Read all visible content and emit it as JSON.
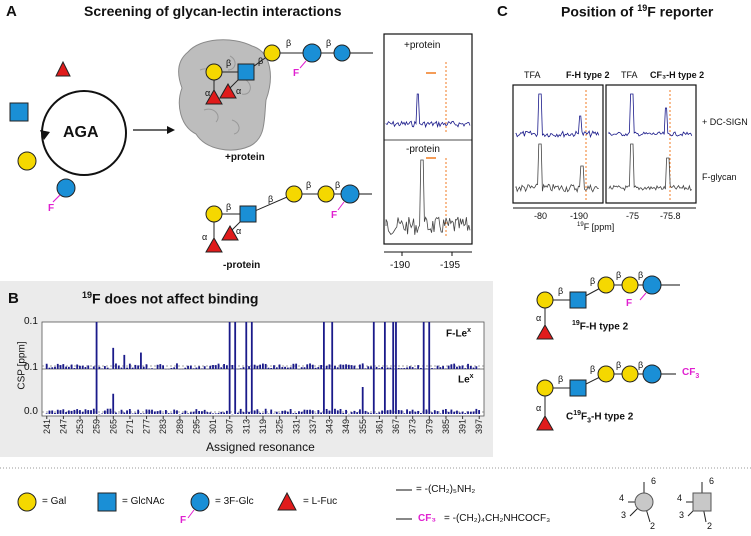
{
  "panels": {
    "A": {
      "letter": "A",
      "title": "Screening of glycan-lectin interactions"
    },
    "B": {
      "letter": "B",
      "title_sup": "19",
      "title_rest": "F does not affect binding"
    },
    "C": {
      "letter": "C",
      "title_pre": "Position of ",
      "title_sup": "19",
      "title_post": "F reporter"
    }
  },
  "cycle": {
    "label": "AGA"
  },
  "fluoro": {
    "F": "F"
  },
  "linkage": {
    "alpha": "α",
    "beta": "β"
  },
  "states": {
    "plus": "+protein",
    "minus": "-protein"
  },
  "nmrA": {
    "plus": "+protein",
    "minus": "-protein",
    "ticks": [
      "-190",
      "-195"
    ]
  },
  "nmrC": {
    "left_headers": [
      "TFA",
      "F-H type 2"
    ],
    "right_headers": [
      "TFA",
      "CF₃-H type 2"
    ],
    "row_labels": [
      "+ DC-SIGN",
      "F-glycan"
    ],
    "ticks_left": [
      "-80",
      "-190"
    ],
    "ticks_right": [
      "-75",
      "-75.8"
    ],
    "axis_sup": "19",
    "axis_rest": "F [ppm]"
  },
  "structures": {
    "fh_sup": "19",
    "fh_rest": "F-H type 2",
    "cf3_pre": "C",
    "cf3_sup": "19",
    "cf3_mid": "F",
    "cf3_sub": "3",
    "cf3_post": "-H type 2",
    "cf3_tag": "CF",
    "cf3_tag_sub": "3"
  },
  "chart_data": [
    {
      "type": "bar",
      "title": "",
      "ylabel": "CSP [ppm]",
      "xlabel": "Assigned resonance",
      "ylim": [
        0,
        0.1
      ],
      "yticks": [
        "0.1",
        "0.1",
        "0.0"
      ],
      "xticks": [
        "241",
        "247",
        "253",
        "259",
        "265",
        "271",
        "277",
        "283",
        "289",
        "295",
        "301",
        "307",
        "313",
        "319",
        "325",
        "331",
        "337",
        "343",
        "349",
        "355",
        "361",
        "367",
        "373",
        "379",
        "385",
        "391",
        "397"
      ],
      "series": [
        {
          "name": "F-Le",
          "name_sup": "x",
          "peaks": [
            [
              259,
              0.1
            ],
            [
              265,
              0.045
            ],
            [
              269,
              0.03
            ],
            [
              275,
              0.035
            ],
            [
              307,
              0.1
            ],
            [
              309,
              0.1
            ],
            [
              313,
              0.1
            ],
            [
              315,
              0.1
            ],
            [
              341,
              0.1
            ],
            [
              344,
              0.1
            ],
            [
              359,
              0.1
            ],
            [
              363,
              0.1
            ],
            [
              366,
              0.1
            ],
            [
              367,
              0.1
            ],
            [
              377,
              0.1
            ],
            [
              379,
              0.1
            ]
          ]
        },
        {
          "name": "Le",
          "name_sup": "x",
          "peaks": [
            [
              259,
              0.1
            ],
            [
              265,
              0.045
            ],
            [
              307,
              0.1
            ],
            [
              309,
              0.1
            ],
            [
              313,
              0.1
            ],
            [
              315,
              0.1
            ],
            [
              341,
              0.1
            ],
            [
              344,
              0.1
            ],
            [
              355,
              0.06
            ],
            [
              359,
              0.1
            ],
            [
              363,
              0.1
            ],
            [
              366,
              0.1
            ],
            [
              367,
              0.1
            ],
            [
              377,
              0.1
            ],
            [
              379,
              0.1
            ]
          ]
        }
      ]
    }
  ],
  "legend": {
    "gal": "= Gal",
    "glcnac": "= GlcNAc",
    "fglc": "= 3F-Glc",
    "fuc": "= L-Fuc",
    "linker1": "= -(CH₂)₅NH₂",
    "linker2_tag": "CF₃",
    "linker2": "= -(CH₂)₄CH₂NHCOCF₃",
    "positions": [
      "6",
      "4",
      "3",
      "2"
    ]
  },
  "colors": {
    "gal": "#f5d800",
    "glcnac": "#1a8fd6",
    "fuc": "#e01b1b",
    "magenta": "#e020d0",
    "orange": "#f07a20",
    "navy": "#1a1a8a",
    "gray": "#555555"
  }
}
